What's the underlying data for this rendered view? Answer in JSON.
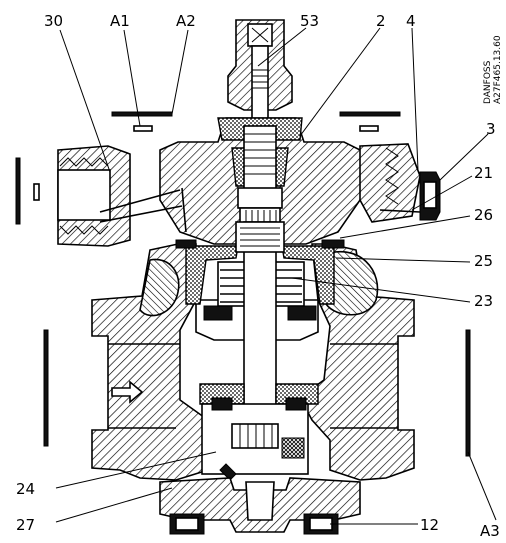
{
  "drawing_ref": {
    "line1": "DANFOSS",
    "line2": "A27F465.13.60"
  },
  "labels": {
    "l30": "30",
    "lA1": "A1",
    "lA2": "A2",
    "l53": "53",
    "l2": "2",
    "l4": "4",
    "l3": "3",
    "l21": "21",
    "l26": "26",
    "l25": "25",
    "l23": "23",
    "l24": "24",
    "l27": "27",
    "l12": "12",
    "lA3": "A3"
  }
}
